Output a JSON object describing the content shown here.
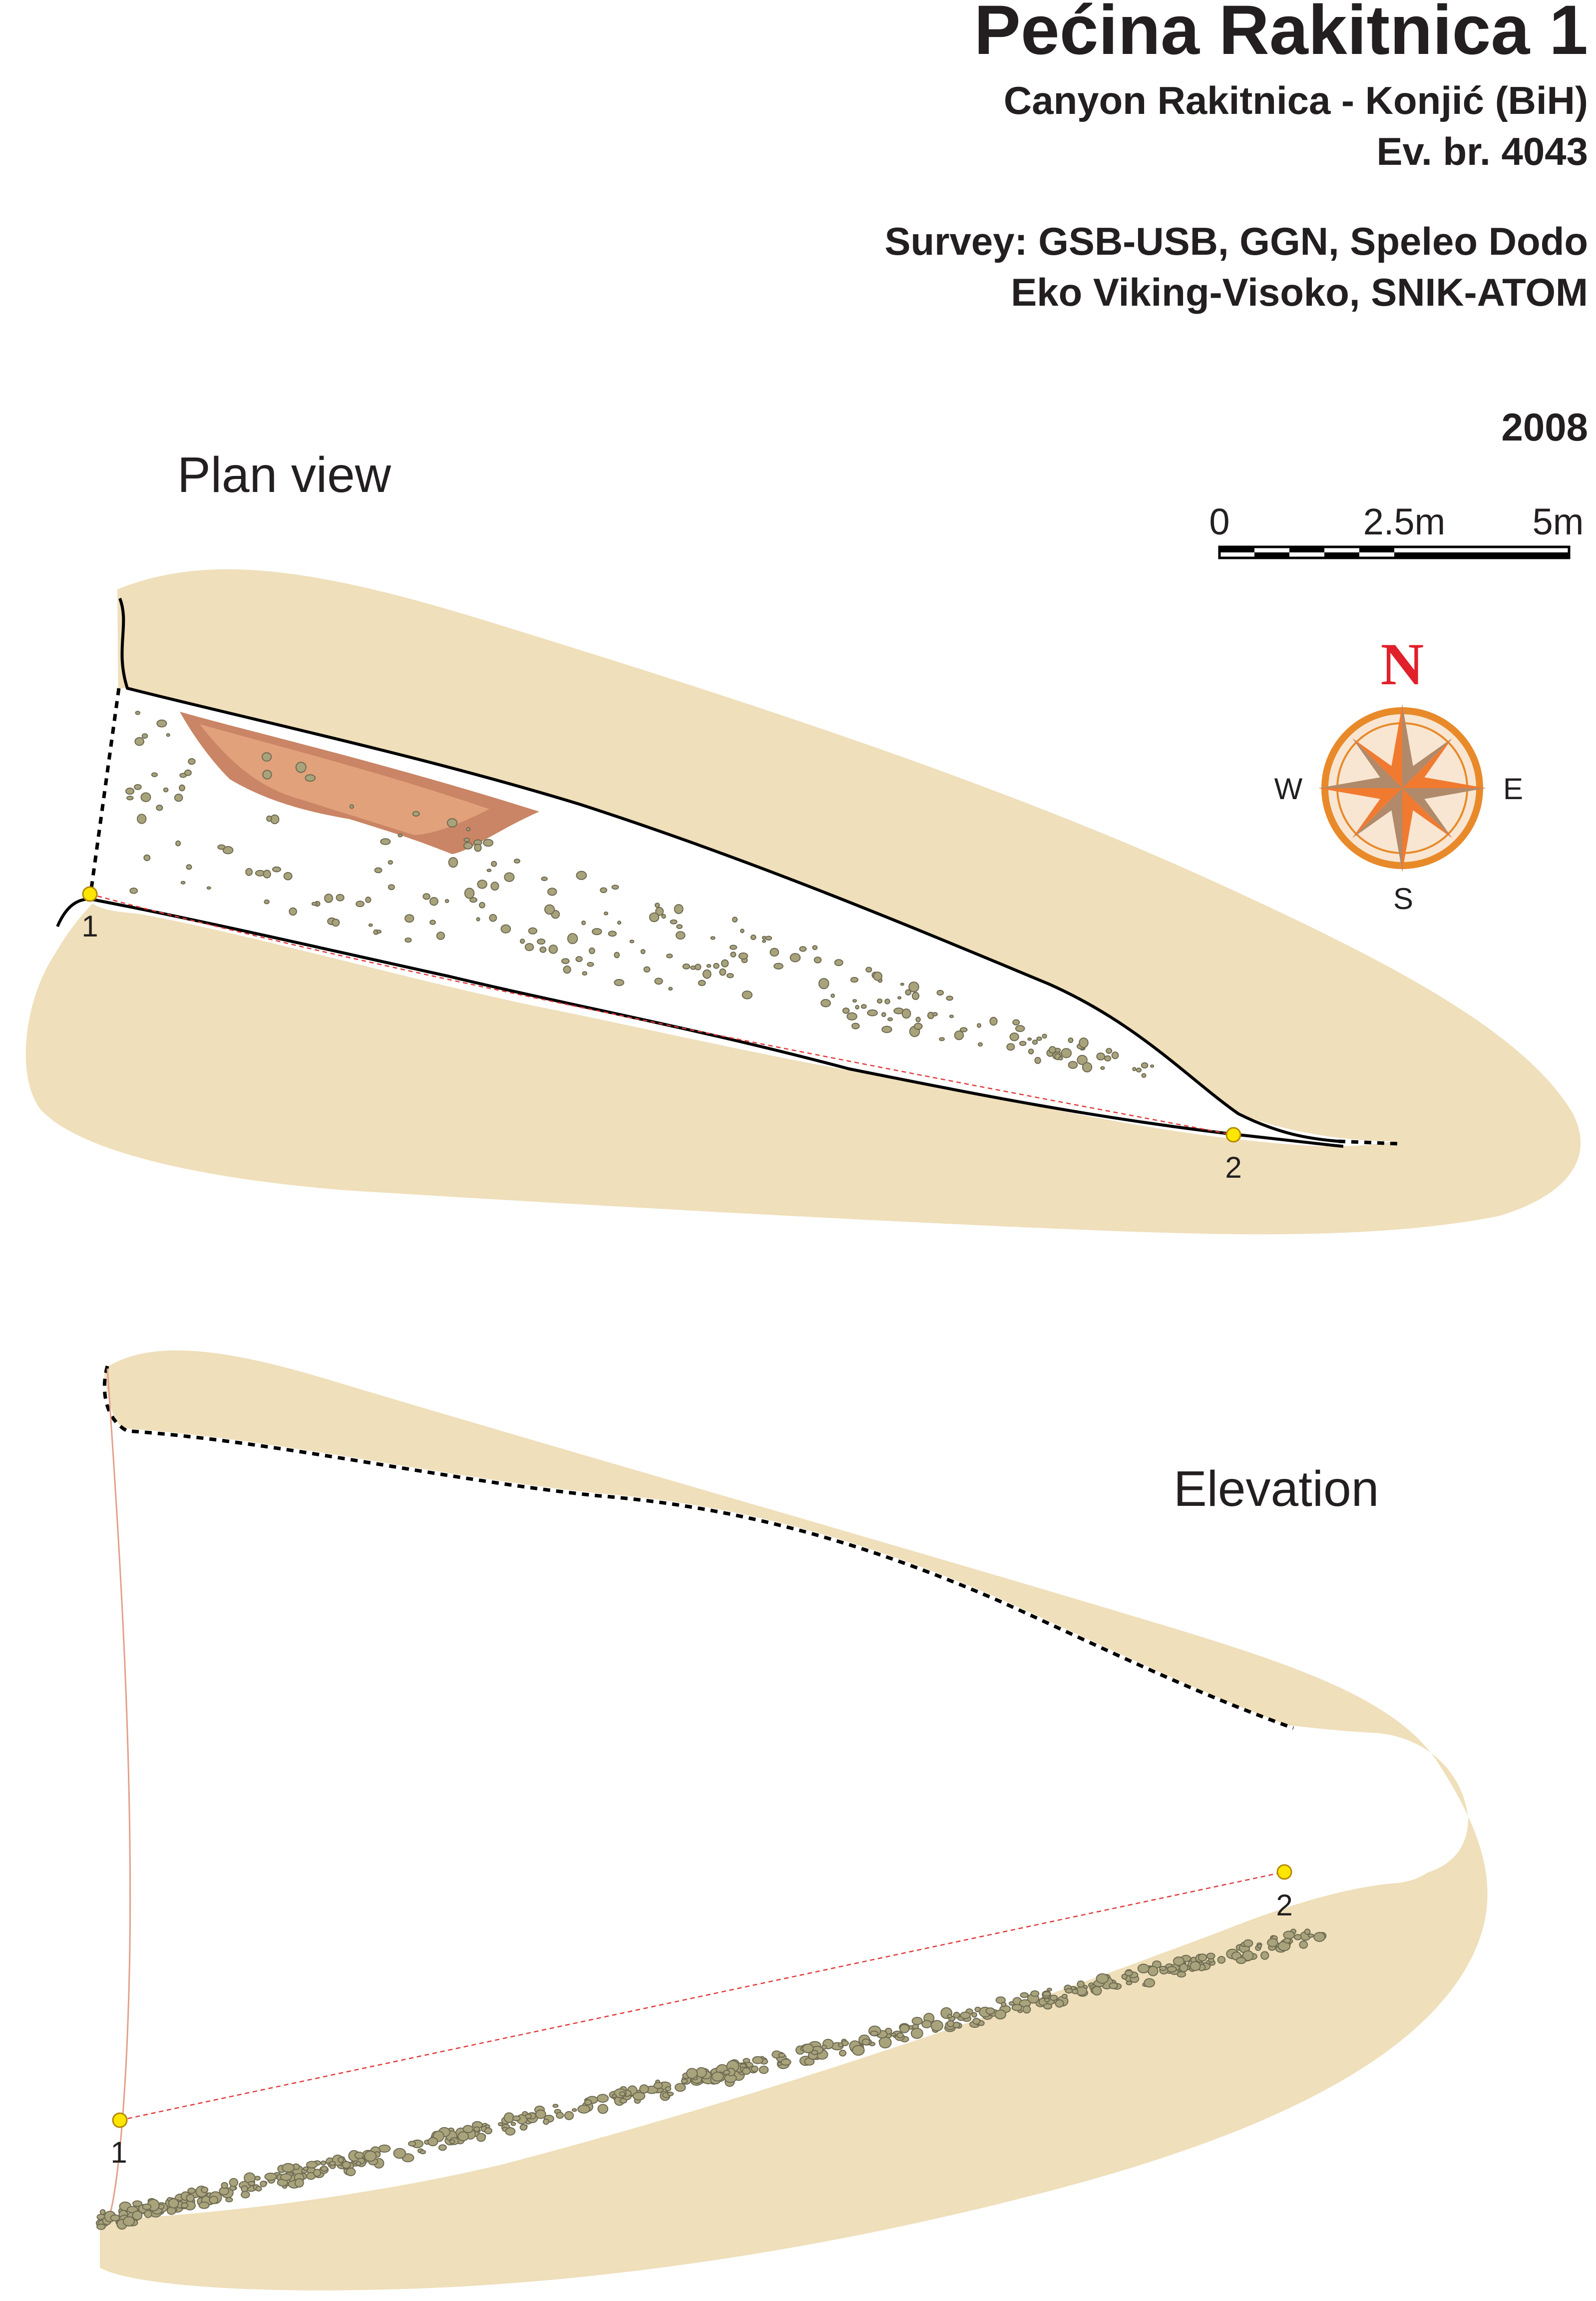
{
  "header": {
    "title": "Pećina Rakitnica 1",
    "location": "Canyon Rakitnica - Konjić (BiH)",
    "registry": "Ev. br. 4043",
    "survey_line1": "Survey: GSB-USB, GGN, Speleo Dodo",
    "survey_line2": "Eko Viking-Visoko, SNIK-ATOM",
    "year": "2008"
  },
  "plan": {
    "label": "Plan view",
    "stations": [
      "1",
      "2"
    ]
  },
  "elevation": {
    "label": "Elevation",
    "stations": [
      "1",
      "2"
    ]
  },
  "scale_bar": {
    "labels": [
      "0",
      "2.5m",
      "5m"
    ]
  },
  "compass": {
    "north": "N",
    "east": "E",
    "south": "S",
    "west": "W"
  },
  "colors": {
    "rock": "#efdfba",
    "survey_line": "#e03a3a",
    "station": "#ffe600",
    "compass_ring": "#e88a2a",
    "compass_star_dark": "#b08a6a",
    "compass_star_light": "#f07a30",
    "north_mark": "#e0202a",
    "flowstone": "#c0704a"
  }
}
